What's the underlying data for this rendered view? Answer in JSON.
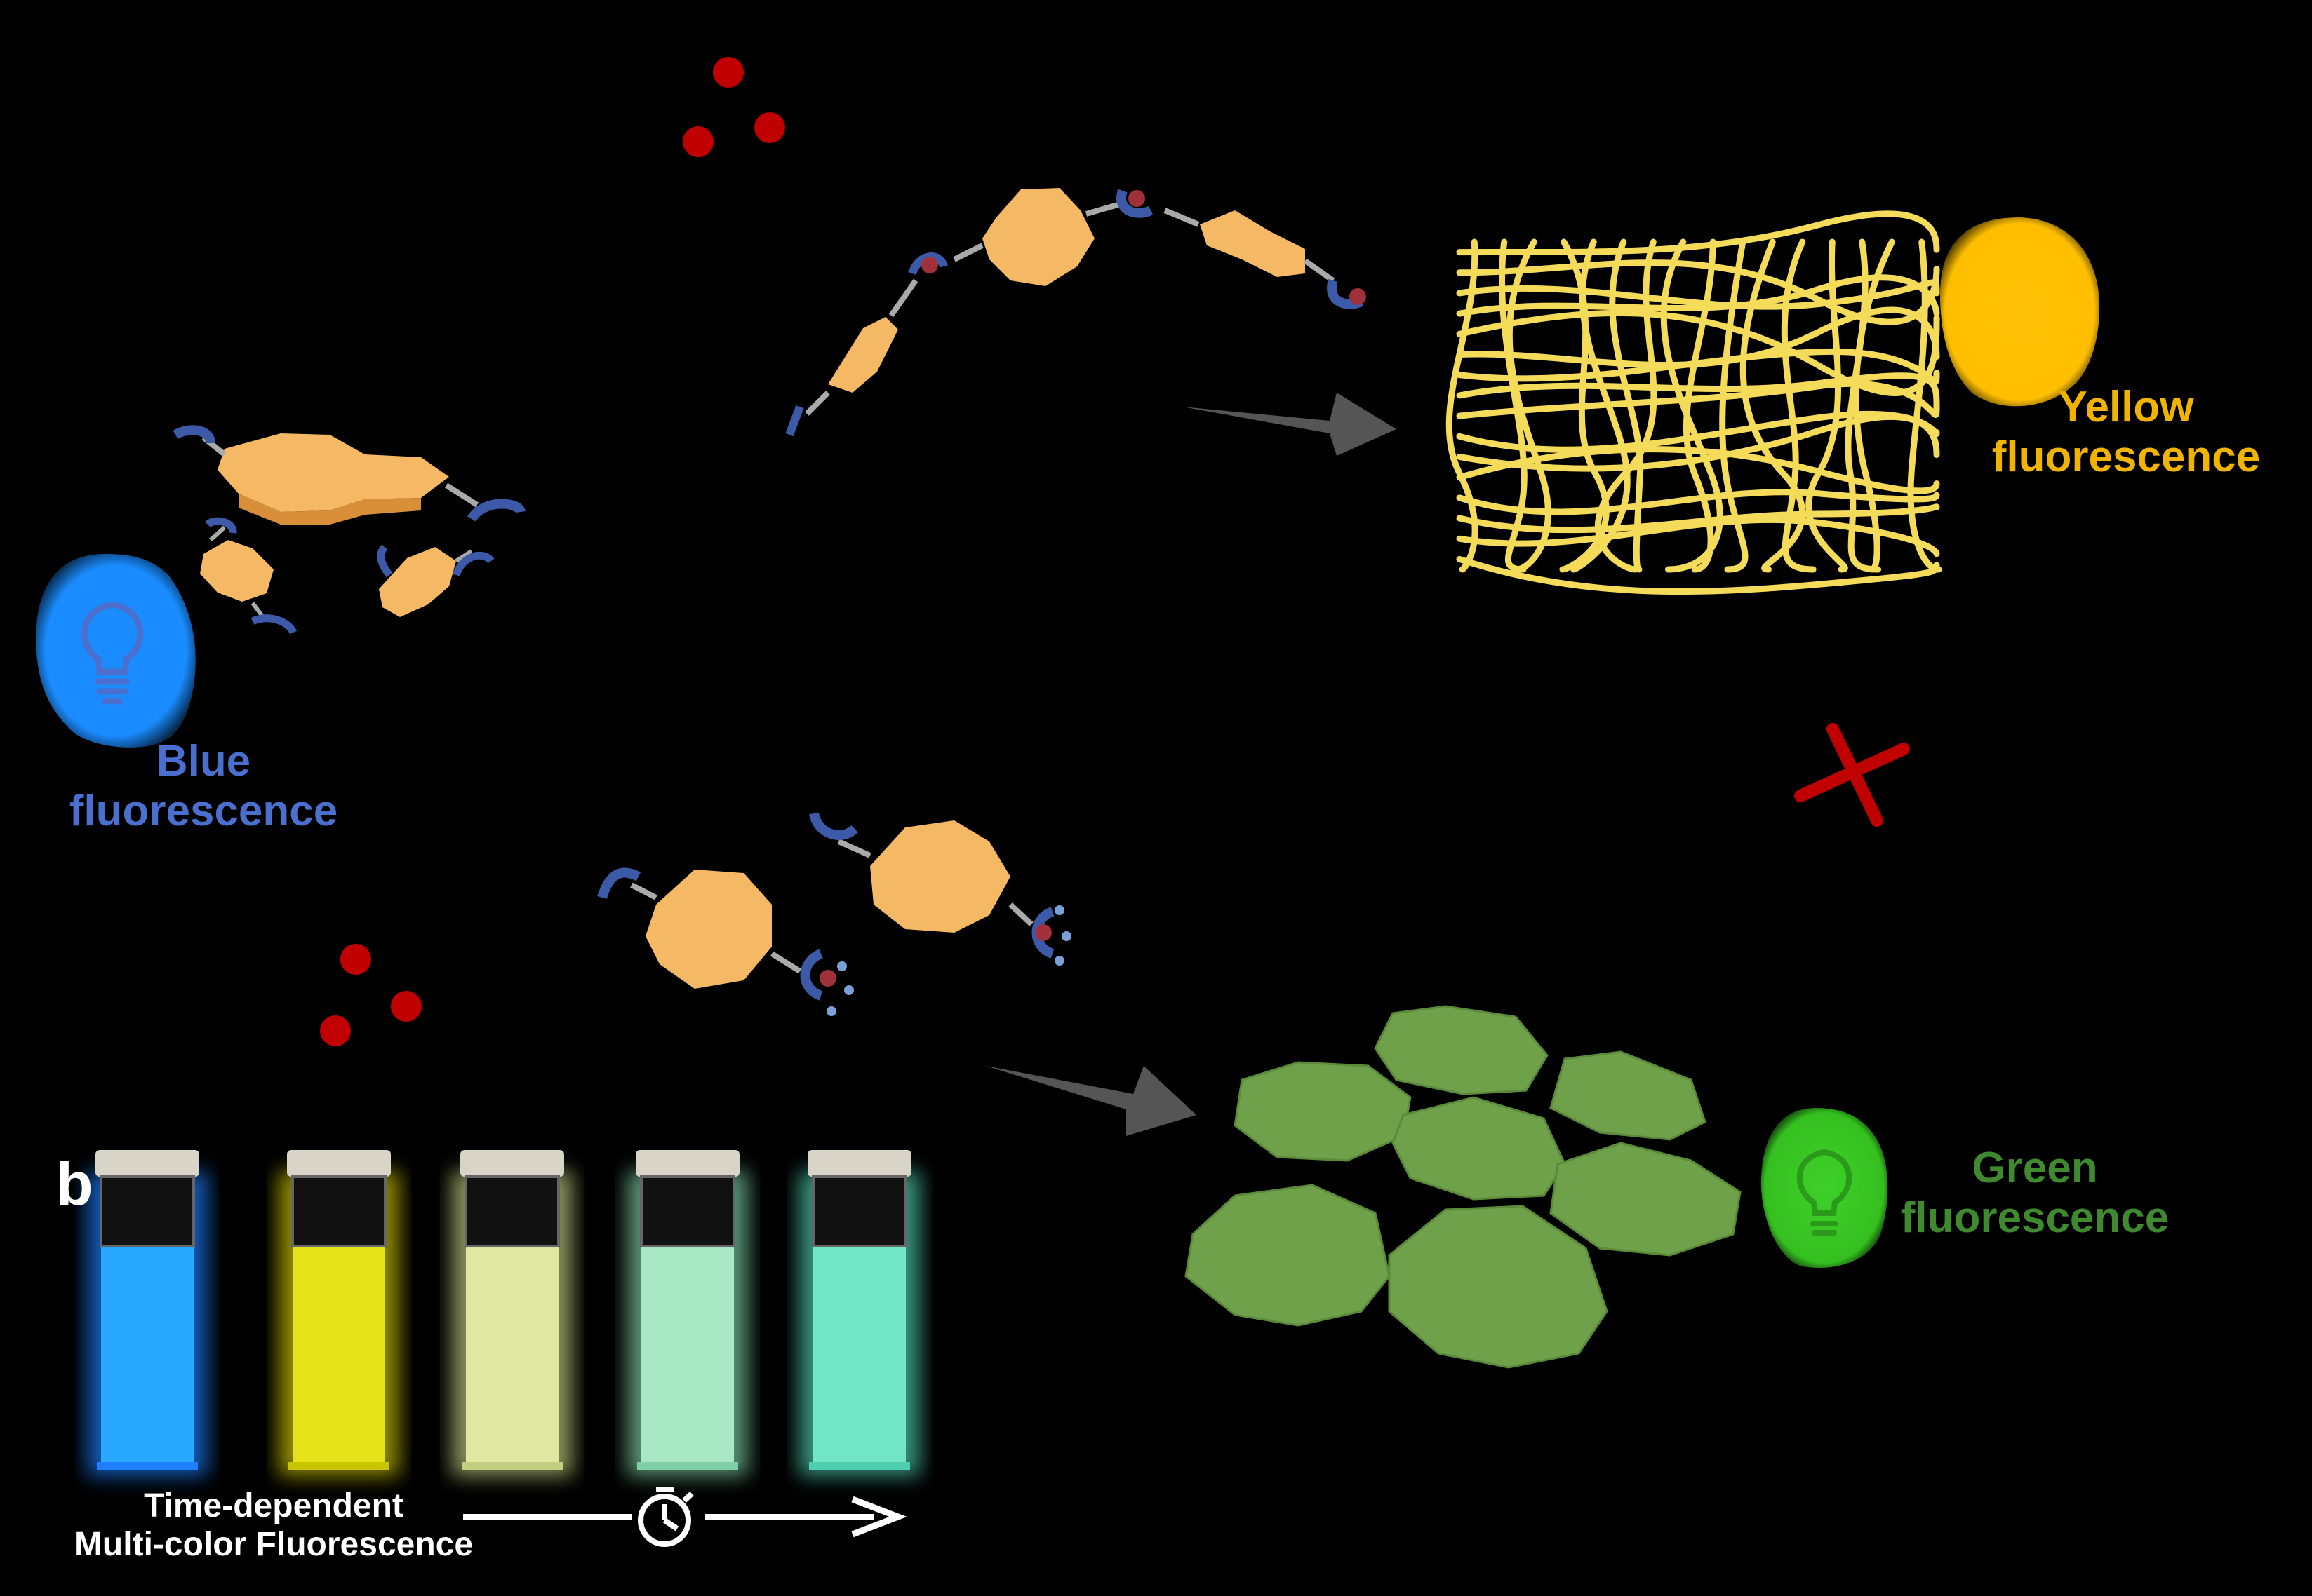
{
  "labels": {
    "blue_line1": "Blue",
    "blue_line2": "fluorescence",
    "yellow_line1": "Yellow",
    "yellow_line2": "fluorescence",
    "green_line1": "Green",
    "green_line2": "fluorescence",
    "panel_b": "b",
    "time_line1": "Time-dependent",
    "time_line2": "Multi-color Fluorescence"
  },
  "colors": {
    "background": "#000000",
    "blue_glow": "#1a8cff",
    "yellow_glow": "#ffc107",
    "green_glow": "#3fd02a",
    "network_fiber": "#f4dc5a",
    "sheet_green": "#6fa04a",
    "molecule": "#f5b865",
    "receptor": "#3d5aa8",
    "ion": "#c00000",
    "arrow_gray": "#555555",
    "cross_red": "#c00000"
  },
  "icons": [
    "lightbulb-icon",
    "stopwatch-icon",
    "cross-icon"
  ],
  "vials": [
    {
      "name": "blue-vial",
      "liquid": "#29a8ff",
      "glow": "#1f7fff"
    },
    {
      "name": "yellow-vial",
      "liquid": "#e6e21a",
      "glow": "#c9c400"
    },
    {
      "name": "pale-yellow-vial",
      "liquid": "#dfe8a0",
      "glow": "#c2cf80"
    },
    {
      "name": "pale-green-vial",
      "liquid": "#a8e8c4",
      "glow": "#7fd0a8"
    },
    {
      "name": "cyan-green-vial",
      "liquid": "#74e6c8",
      "glow": "#4fcfb0"
    }
  ]
}
